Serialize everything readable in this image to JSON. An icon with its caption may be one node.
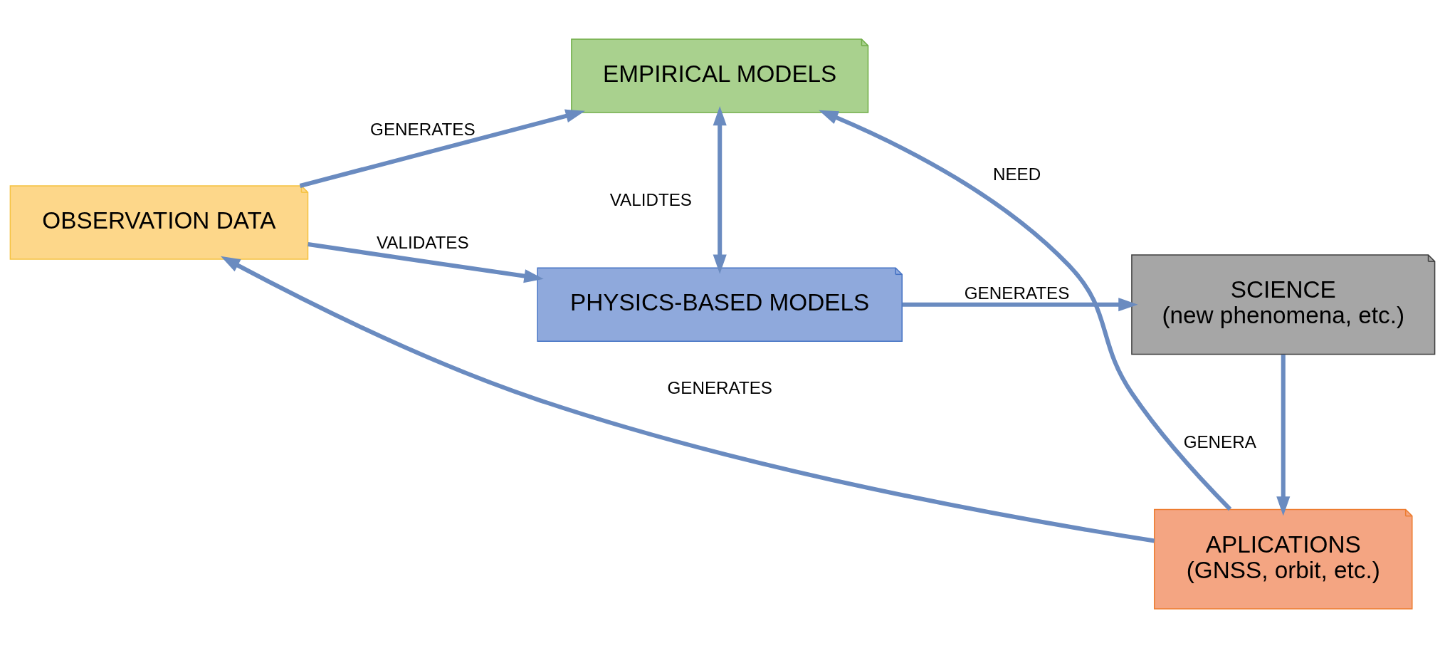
{
  "diagram": {
    "nodes": [
      {
        "text": [
          "OBSERVATION DATA"
        ]
      },
      {
        "text": [
          "EMPIRICAL MODELS"
        ]
      },
      {
        "text": [
          "APLICATIONS",
          "(GNSS, orbit, etc.)"
        ]
      },
      {
        "text": [
          "PHYSICS-BASED MODELS"
        ]
      },
      {
        "text": [
          "SCIENCE",
          "(new phenomena, etc.)"
        ]
      }
    ],
    "edges": [
      {
        "from": 2,
        "to": 0,
        "arrow": "to",
        "label": "GENERATES"
      },
      {
        "from": 0,
        "to": 1,
        "arrow": "to",
        "label": "GENERATES"
      },
      {
        "from": 2,
        "to": 1,
        "arrow": "to",
        "label": "NEED"
      },
      {
        "from": 1,
        "to": 3,
        "arrow": "both",
        "label": "VALIDTES"
      },
      {
        "from": 0,
        "to": 3,
        "arrow": "to",
        "label": "VALIDATES"
      },
      {
        "from": 3,
        "to": 4,
        "arrow": "to",
        "label": "GENERATES"
      },
      {
        "from": 4,
        "to": 2,
        "arrow": "to",
        "label": "GENERA"
      }
    ]
  }
}
